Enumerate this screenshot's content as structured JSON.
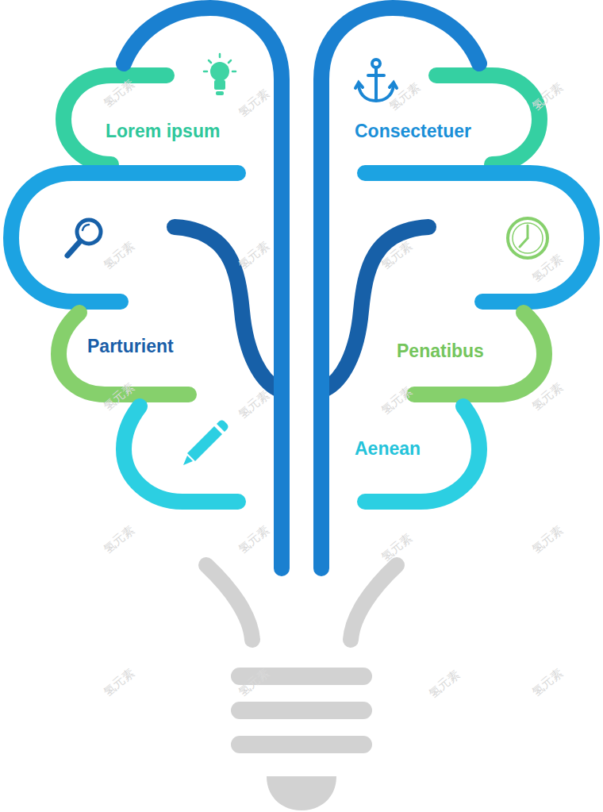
{
  "diagram": {
    "labels": [
      "Lorem ipsum",
      "Consectetuer",
      "Parturient",
      "Penatibus",
      "Aenean",
      "氢元素",
      "氢元素",
      "氢元素",
      "氢元素",
      "氢元素",
      "氢元素",
      "氢元素",
      "氢元素",
      "氢元素",
      "氢元素",
      "氢元素",
      "氢元素",
      "氢元素",
      "氢元素",
      "氢元素",
      "氢元素",
      "氢元素",
      "氢元素",
      "氢元素",
      "氢元素"
    ]
  }
}
